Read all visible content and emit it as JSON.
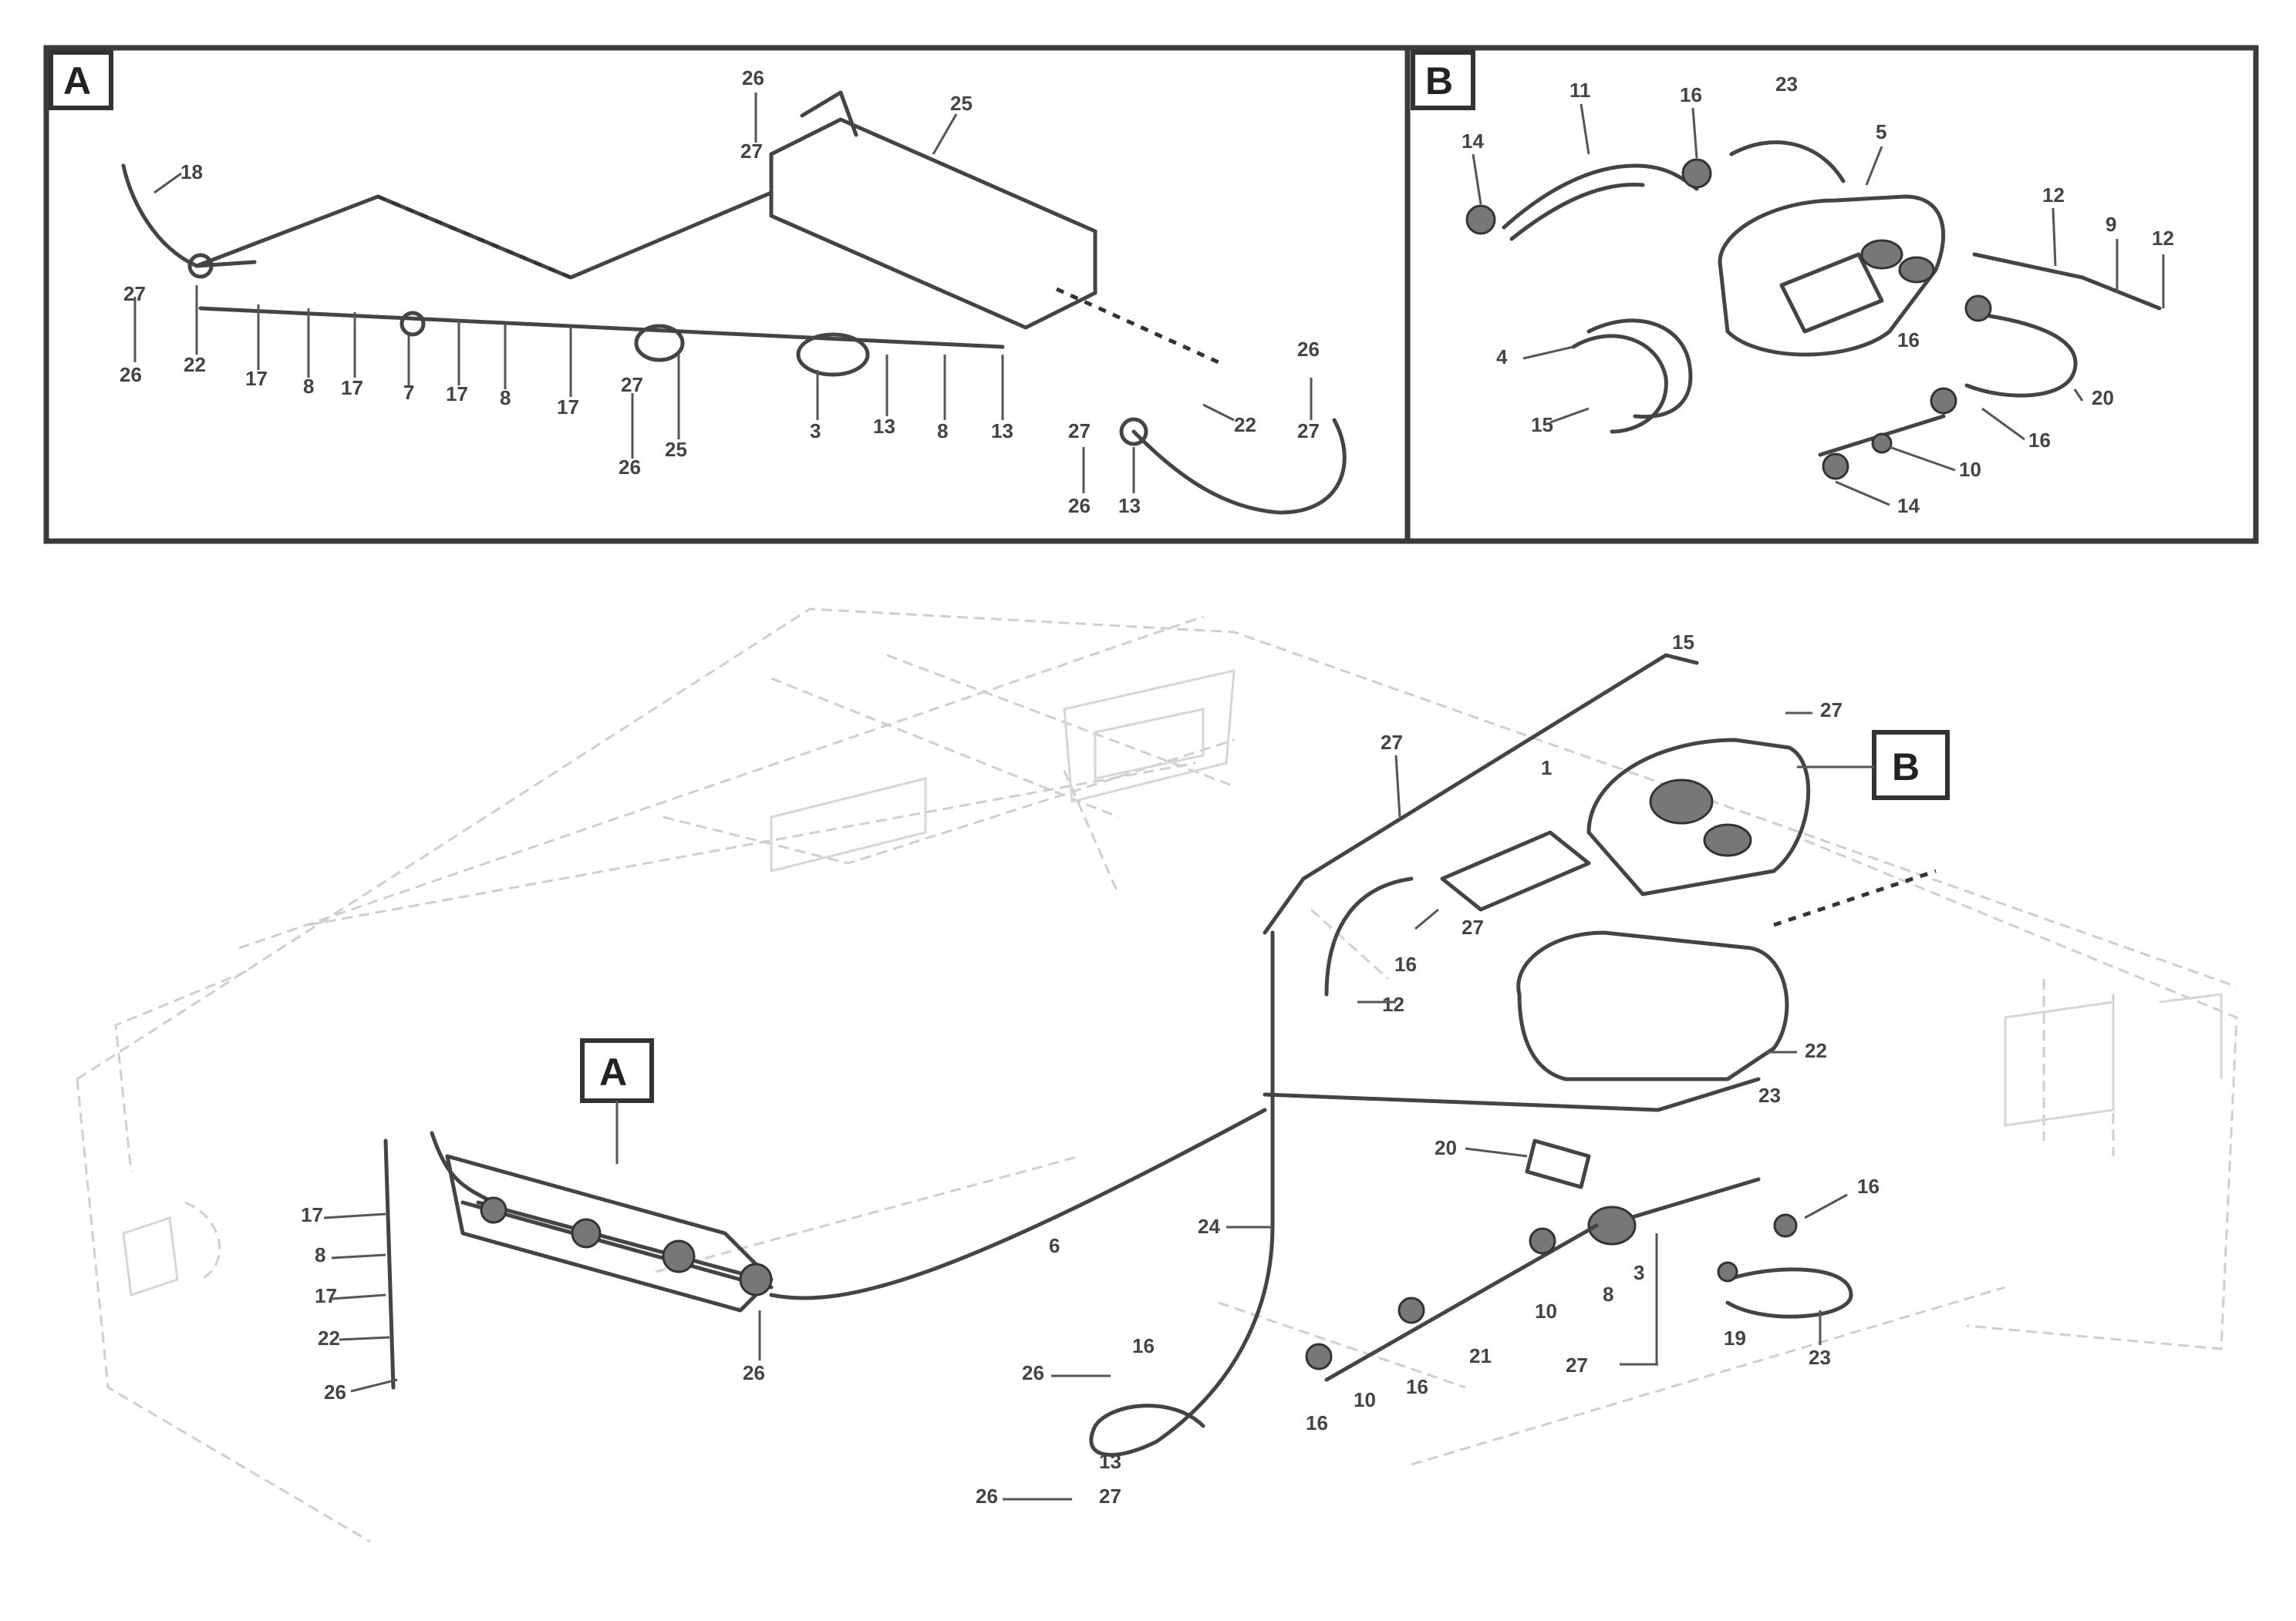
{
  "detail_views": [
    {
      "key": "A",
      "label": "A"
    },
    {
      "key": "B",
      "label": "B"
    }
  ],
  "overview_markers": {
    "a": "A",
    "b": "B"
  },
  "callouts_A": {
    "c1": "26",
    "c2": "27",
    "c3": "25",
    "c4": "18",
    "c5": "27",
    "c6": "26",
    "c7": "22",
    "c8": "17",
    "c9": "8",
    "c10": "17",
    "c11": "7",
    "c12": "17",
    "c13": "8",
    "c14": "17",
    "c15": "27",
    "c16": "26",
    "c17": "25",
    "c18": "3",
    "c19": "13",
    "c20": "8",
    "c21": "13",
    "c22": "27",
    "c23": "26",
    "c24": "13",
    "c25": "22",
    "c26": "26",
    "c27": "27"
  },
  "callouts_B": {
    "c1": "14",
    "c2": "11",
    "c3": "16",
    "c4": "23",
    "c5": "5",
    "c6": "12",
    "c7": "9",
    "c8": "12",
    "c9": "16",
    "c10": "4",
    "c11": "20",
    "c12": "15",
    "c13": "10",
    "c14": "14",
    "c15": "16"
  },
  "callouts_main": {
    "m1": "27",
    "m2": "15",
    "m3": "27",
    "m4": "1",
    "m5": "27",
    "m6": "16",
    "m7": "12",
    "m8": "22",
    "m9": "23",
    "m10": "20",
    "m11": "6",
    "m12": "24",
    "m13": "17",
    "m14": "8",
    "m15": "17",
    "m16": "22",
    "m17": "26",
    "m18": "26",
    "m19": "16",
    "m20": "26",
    "m21": "13",
    "m22": "26",
    "m23": "27",
    "m24": "16",
    "m25": "10",
    "m26": "16",
    "m27": "21",
    "m28": "8",
    "m29": "10",
    "m30": "3",
    "m31": "27",
    "m32": "19",
    "m33": "16",
    "m34": "23"
  },
  "reference_codes": {
    "top": "",
    "bottom": ""
  }
}
